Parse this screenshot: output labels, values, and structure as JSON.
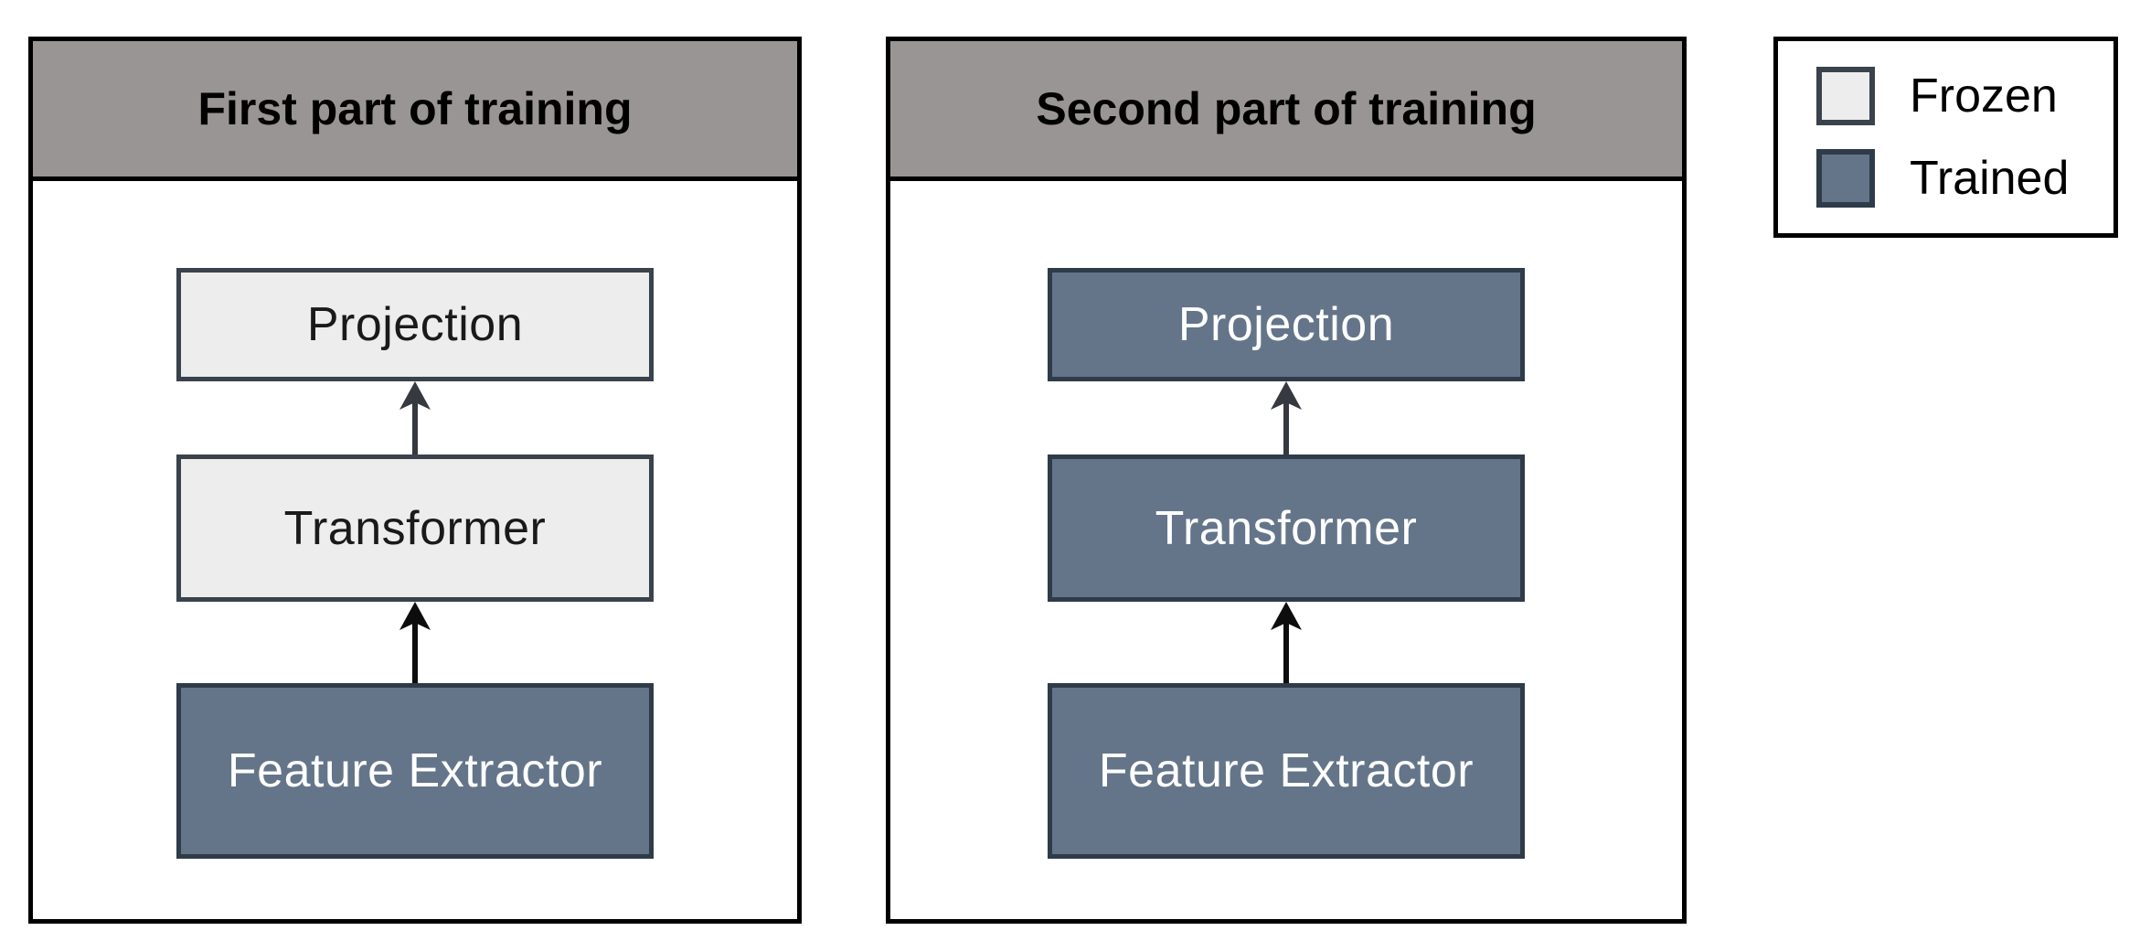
{
  "panels": [
    {
      "title": "First part of training",
      "boxes": [
        {
          "label": "Projection",
          "state": "frozen"
        },
        {
          "label": "Transformer",
          "state": "frozen"
        },
        {
          "label": "Feature Extractor",
          "state": "trained"
        }
      ]
    },
    {
      "title": "Second part of training",
      "boxes": [
        {
          "label": "Projection",
          "state": "trained"
        },
        {
          "label": "Transformer",
          "state": "trained"
        },
        {
          "label": "Feature Extractor",
          "state": "trained"
        }
      ]
    }
  ],
  "legend": {
    "items": [
      {
        "label": "Frozen",
        "swatch": "frozen"
      },
      {
        "label": "Trained",
        "swatch": "trained"
      }
    ]
  },
  "colors": {
    "header_gray": "#999594",
    "frozen_fill": "#EDEDED",
    "frozen_border": "#3A424C",
    "trained_fill": "#64758A",
    "trained_border": "#2E3B49",
    "panel_border": "#000000",
    "arrow_dark": "#36393F",
    "arrow_black": "#0D0D0D"
  }
}
